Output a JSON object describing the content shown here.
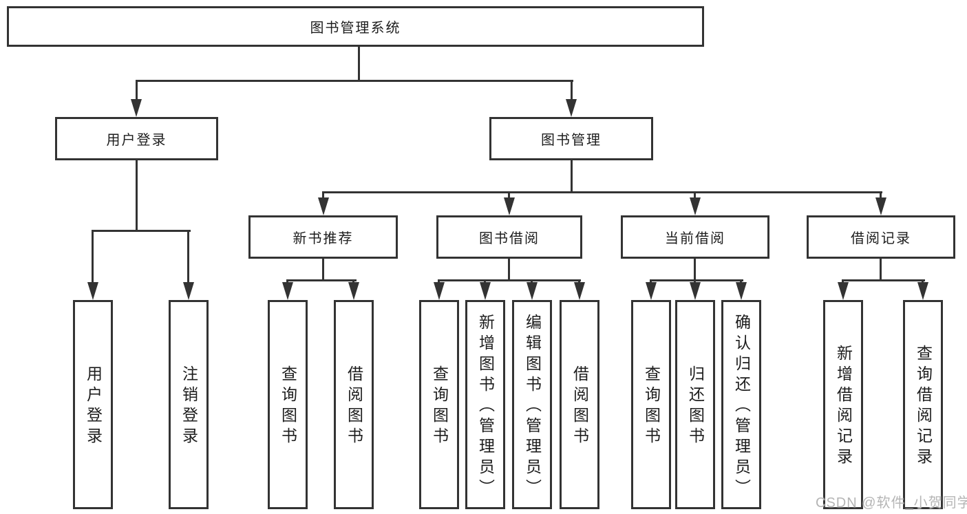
{
  "root": {
    "label": "图书管理系统"
  },
  "branches": {
    "user_login": {
      "label": "用户登录",
      "children": [
        "用户登录",
        "注销登录"
      ]
    },
    "book_mgmt": {
      "label": "图书管理",
      "sections": {
        "new_books": {
          "label": "新书推荐",
          "children": [
            "查询图书",
            "借阅图书"
          ]
        },
        "borrowing": {
          "label": "图书借阅",
          "children": [
            "查询图书",
            "新增图书（管理员）",
            "编辑图书（管理员）",
            "借阅图书"
          ]
        },
        "current": {
          "label": "当前借阅",
          "children": [
            "查询图书",
            "归还图书",
            "确认归还（管理员）"
          ]
        },
        "records": {
          "label": "借阅记录",
          "children": [
            "新增借阅记录",
            "查询借阅记录"
          ]
        }
      }
    }
  },
  "watermark": "CSDN @软件_小贺同学",
  "colors": {
    "line": "#333333",
    "box_background": "#ffffff",
    "text": "#1d1d1d",
    "watermark": "#b5b5b5"
  }
}
